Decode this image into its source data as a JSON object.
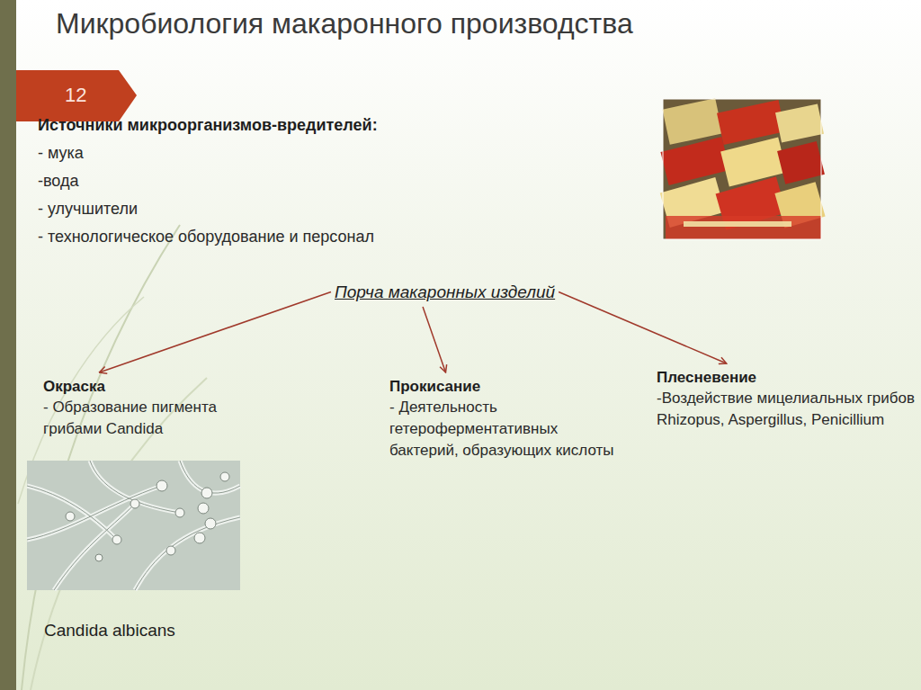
{
  "diagram": {
    "title": "Микробиология макаронного производства",
    "nodes": [
      {
        "text": [
          "Порча макаронных изделий"
        ]
      },
      {
        "text": [
          "Окраска",
          "- Образование пигмента грибами Candida"
        ]
      },
      {
        "text": [
          "Прокисание",
          "- Деятельность гетероферментативных бактерий, образующих кислоты"
        ]
      },
      {
        "text": [
          "Плесневение",
          "-Воздействие мицелиальных грибов Rhizopus, Aspergillus, Penicillium"
        ]
      }
    ],
    "edges": [
      {
        "from": 0,
        "to": 1,
        "arrow": "to"
      },
      {
        "from": 0,
        "to": 2,
        "arrow": "to"
      },
      {
        "from": 0,
        "to": 3,
        "arrow": "to"
      }
    ],
    "labels": [
      "12",
      "Источники микроорганизмов-вредителей:",
      "- мука",
      "-вода",
      "- улучшители",
      "- технологическое оборудование и персонал",
      "Candida albicans"
    ]
  }
}
